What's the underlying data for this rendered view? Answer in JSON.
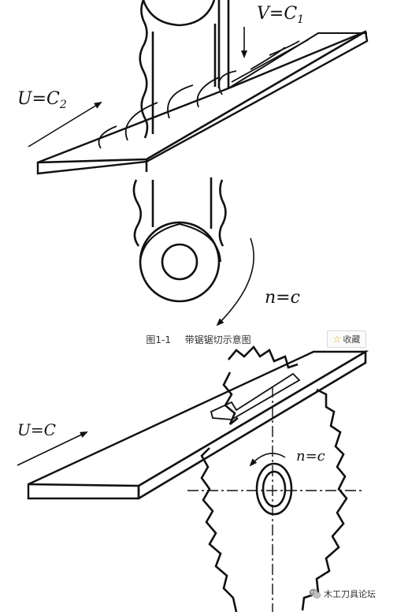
{
  "figure1": {
    "labels": {
      "v_label": "V=C",
      "v_sub": "1",
      "u_label": "U=C",
      "u_sub": "2",
      "n_label": "n=c"
    },
    "caption": {
      "number": "图1-1",
      "title": "带锯锯切示意图"
    }
  },
  "favorite_button": {
    "icon": "star-icon",
    "label": "收藏"
  },
  "figure2": {
    "labels": {
      "u_label": "U=C",
      "n_label": "n=c"
    }
  },
  "watermark": {
    "icon": "wechat-icon",
    "text": "木工刀具论坛"
  }
}
